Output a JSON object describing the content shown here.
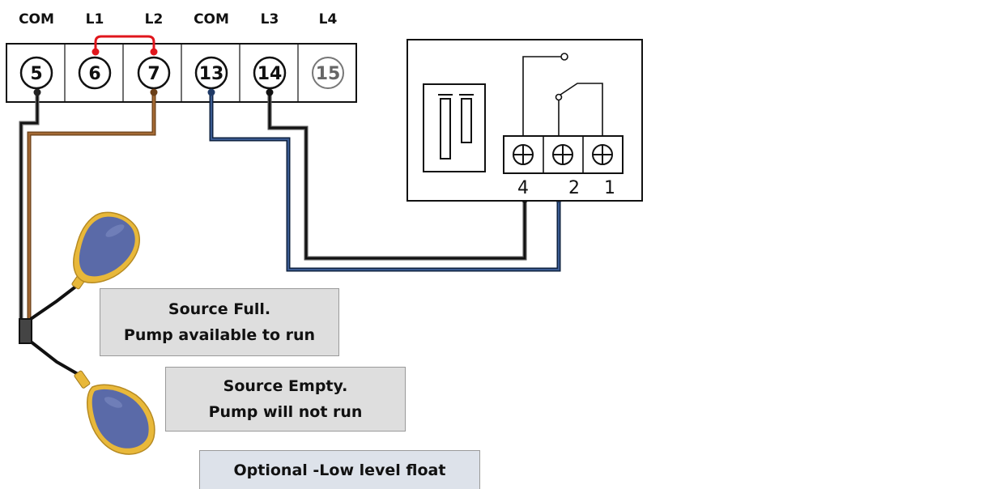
{
  "terminal_block": {
    "headers": [
      "COM",
      "L1",
      "L2",
      "COM",
      "L3",
      "L4"
    ],
    "terminals": [
      "5",
      "6",
      "7",
      "13",
      "14",
      "15"
    ]
  },
  "relay": {
    "terminal_labels": [
      "4",
      "2",
      "1"
    ]
  },
  "notes": {
    "source_full": [
      "Source Full.",
      "Pump available to run"
    ],
    "source_empty": [
      "Source Empty.",
      "Pump will not run"
    ],
    "optional": "Optional -Low level float"
  },
  "colors": {
    "red": "#e0161c",
    "brown": "#8b5a2b",
    "navy": "#1f3a66",
    "black": "#111111",
    "float_blue": "#5a6aa8",
    "float_yellow": "#e8b83a"
  },
  "icons": [
    "screw-terminal-icon",
    "float-switch-icon",
    "relay-contact-icon"
  ]
}
